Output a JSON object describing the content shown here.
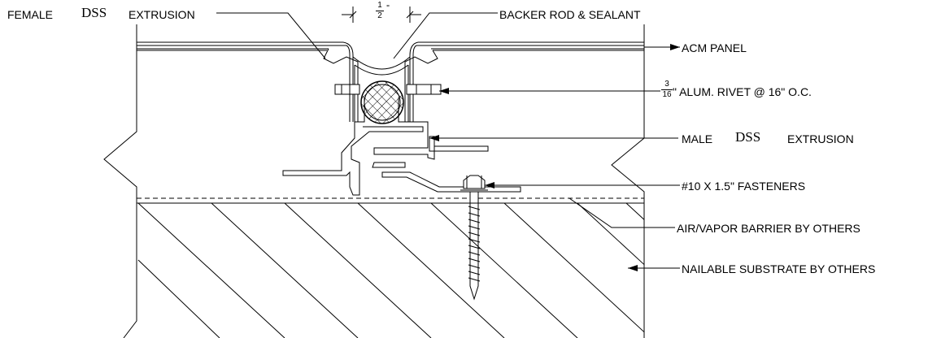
{
  "labels": {
    "female_prefix": "FEMALE",
    "female_brand": "DSS",
    "female_suffix": "EXTRUSION",
    "backer_rod": "BACKER ROD & SEALANT",
    "acm_panel": "ACM PANEL",
    "rivet_frac_num": "3",
    "rivet_frac_den": "16",
    "rivet_text": "\" ALUM. RIVET @ 16\" O.C.",
    "male_prefix": "MALE",
    "male_brand": "DSS",
    "male_suffix": "EXTRUSION",
    "fasteners": "#10 X 1.5\" FASTENERS",
    "air_vapor": "AIR/VAPOR BARRIER BY OTHERS",
    "substrate": "NAILABLE SUBSTRATE BY OTHERS",
    "gap_num": "1",
    "gap_den": "2",
    "gap_unit": "\""
  },
  "colors": {
    "line": "#000000",
    "background": "#ffffff"
  }
}
